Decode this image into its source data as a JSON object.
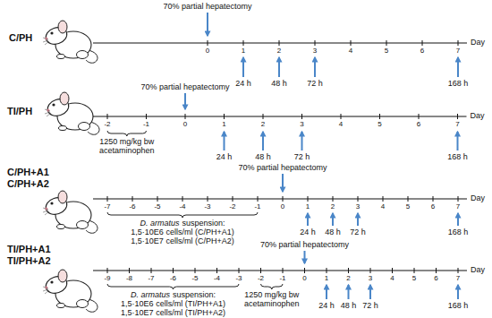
{
  "diagram": {
    "labels": [
      "70% partial hepatectomy",
      "C/PH",
      "0",
      "1",
      "2",
      "3",
      "4",
      "5",
      "6",
      "7",
      "Day",
      "24 h",
      "48 h",
      "72 h",
      "168 h",
      "TI/PH",
      "70% partial hepatectomy",
      "-2",
      "-1",
      "0",
      "1",
      "2",
      "3",
      "4",
      "5",
      "6",
      "7",
      "Day",
      "1250 mg/kg bw acetaminophen",
      "24 h",
      "48 h",
      "72 h",
      "168 h",
      "C/PH+A1",
      "C/PH+A2",
      "70% partial hepatectomy",
      "-7",
      "-6",
      "-5",
      "-4",
      "-3",
      "-2",
      "-1",
      "0",
      "1",
      "2",
      "3",
      "4",
      "5",
      "6",
      "7",
      "Day",
      "D. armatus",
      "suspension:",
      "1,5·10E6 cells/ml (C/PH+A1)",
      "1,5·10E7 cells/ml (C/PH+A2)",
      "24 h",
      "48 h",
      "72 h",
      "168 h",
      "TI/PH+A1",
      "TI/PH+A2",
      "70% partial hepatectomy",
      "-9",
      "-8",
      "-7",
      "-6",
      "-5",
      "-4",
      "-3",
      "-2",
      "-1",
      "0",
      "1",
      "2",
      "3",
      "4",
      "5",
      "6",
      "7",
      "Day",
      "D. armatus",
      "suspension:",
      "1,5·10E6 cells/ml (TI/PH+A1)",
      "1,5·10E7 cells/ml (TI/PH+A2)",
      "1250 mg/kg bw acetaminophen",
      "24 h",
      "48 h",
      "72 h",
      "168 h"
    ]
  }
}
